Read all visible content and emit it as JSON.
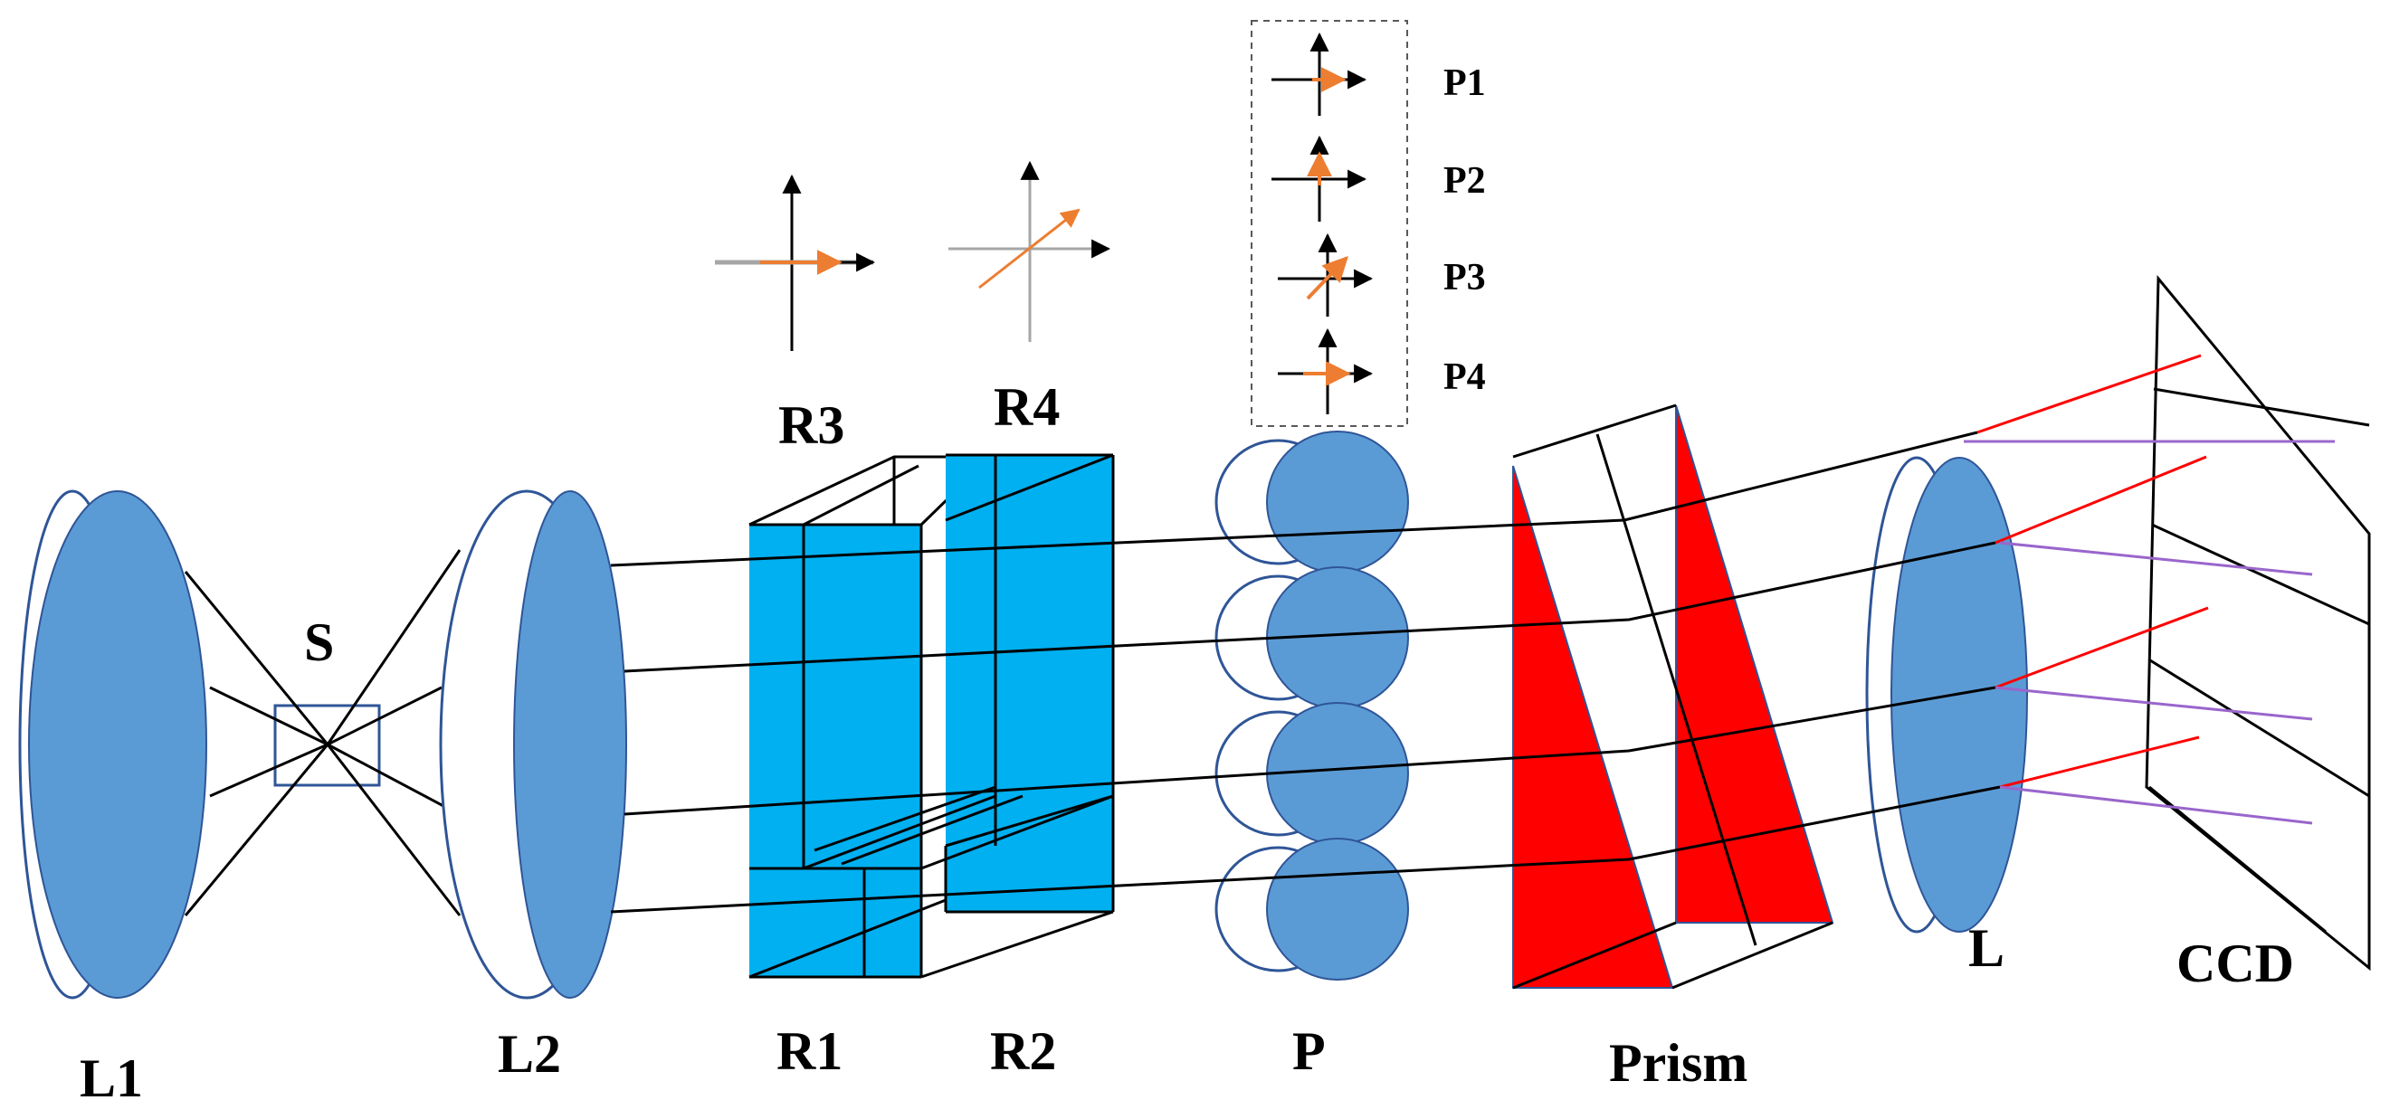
{
  "labels": {
    "l1": "L1",
    "s": "S",
    "l2": "L2",
    "r1": "R1",
    "r2": "R2",
    "r3": "R3",
    "r4": "R4",
    "p": "P",
    "prism": "Prism",
    "l": "L",
    "ccd": "CCD",
    "p1": "P1",
    "p2": "P2",
    "p3": "P3",
    "p4": "P4"
  },
  "colors": {
    "lens_fill": "#5b9bd5",
    "lens_edge": "#2f5597",
    "retarder_fill": "#00b0f0",
    "prism_fill": "#ff0000",
    "ray": "#000000",
    "red_ray": "#ff0000",
    "purple_ray": "#9966cc",
    "polarization_arrow": "#ed7d31",
    "axis_gray": "#a6a6a6",
    "dashed_box": "#595959"
  }
}
